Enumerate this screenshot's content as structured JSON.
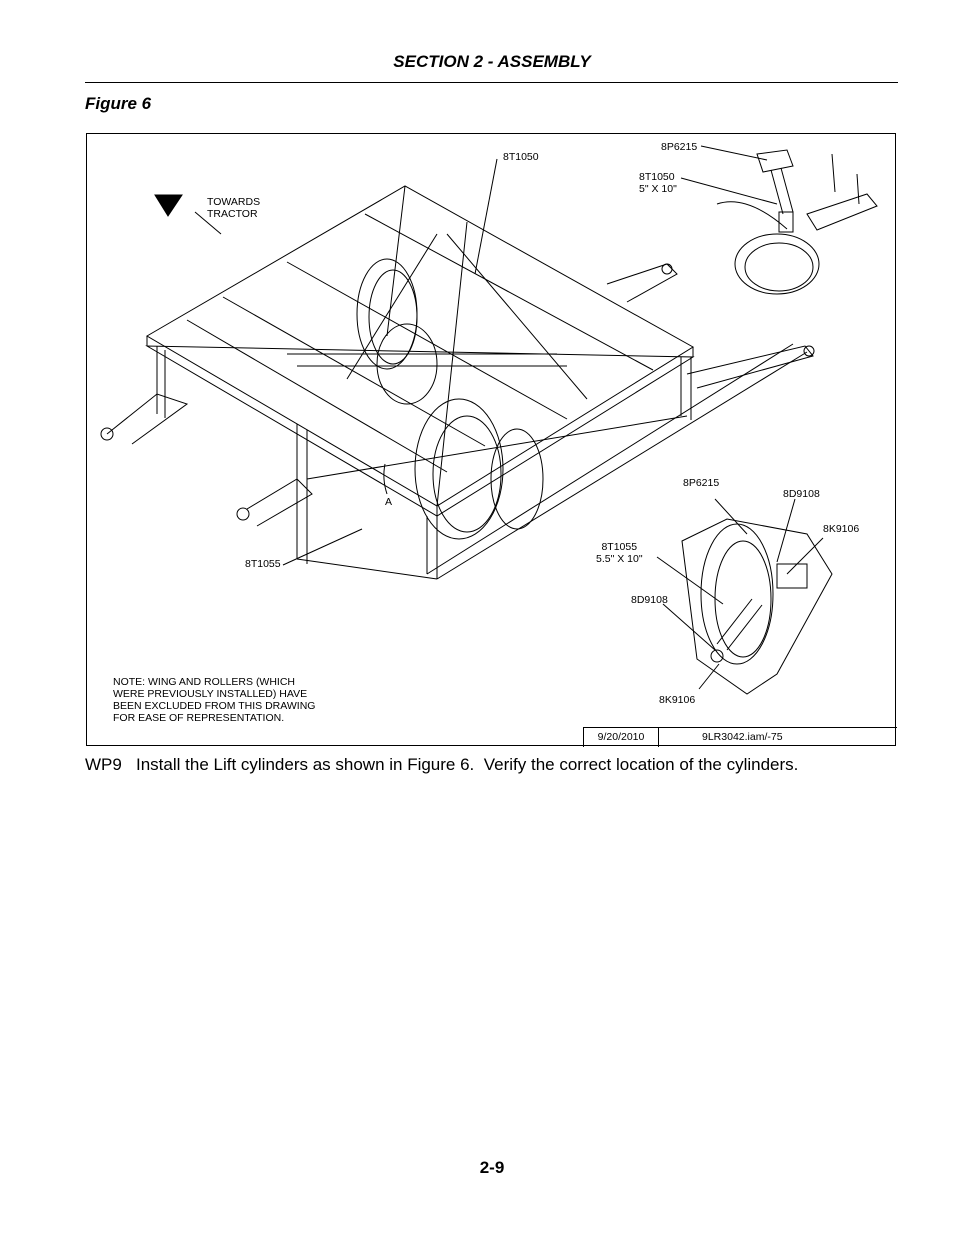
{
  "header": {
    "section_title": "SECTION 2 - ASSEMBLY"
  },
  "figure": {
    "label": "Figure 6",
    "towards_tractor": "TOWARDS\nTRACTOR",
    "callouts": {
      "top_8t1050": "8T1050",
      "inset_8p6215": "8P6215",
      "inset_8t1050": "8T1050\n5\" X 10\"",
      "main_a": "A",
      "main_8t1055": "8T1055",
      "inset2_8p6215": "8P6215",
      "inset2_8d9108_a": "8D9108",
      "inset2_8k9106_a": "8K9106",
      "inset2_8t1055": "8T1055\n5.5\" X 10\"",
      "inset2_8d9108_b": "8D9108",
      "inset2_8k9106_b": "8K9106"
    },
    "note": "NOTE: WING AND ROLLERS (WHICH\nWERE PREVIOUSLY INSTALLED) HAVE\nBEEN EXCLUDED FROM THIS DRAWING\nFOR EASE OF REPRESENTATION.",
    "title_block": {
      "date": "9/20/2010",
      "file": "9LR3042.iam/-75"
    }
  },
  "instruction": "WP9   Install the Lift cylinders as shown in Figure 6.  Verify the correct location of the cylinders.",
  "footer": {
    "page_number": "2-9"
  }
}
